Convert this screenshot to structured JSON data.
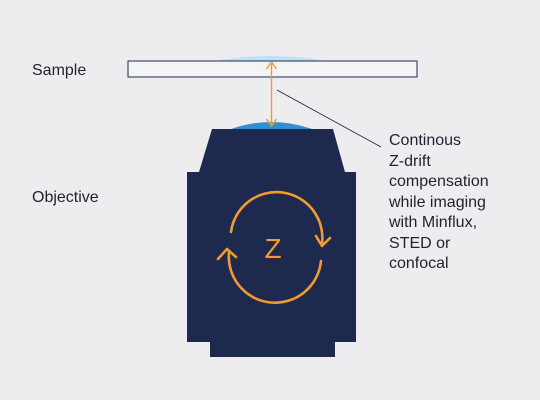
{
  "labels": {
    "sample": "Sample",
    "objective": "Objective"
  },
  "callout": {
    "lines": [
      "Continous",
      "Z-drift",
      "compensation",
      "while imaging",
      "with Minflux,",
      "STED or",
      "confocal"
    ]
  },
  "objective_symbol": "Z",
  "icons": {
    "cycle": "rotate-arrows-icon",
    "axis": "double-headed-arrow-icon"
  },
  "colors": {
    "background": "#ededf0",
    "objective_body": "#1e2a4d",
    "accent": "#f39a2e",
    "immersion_light": "#bfe1f4",
    "immersion_dark": "#2f8fd0",
    "slide_fill": "#f4f4f7",
    "slide_stroke": "#1e2a4d",
    "leader_line": "#1f2230",
    "text": "#1f2230"
  }
}
